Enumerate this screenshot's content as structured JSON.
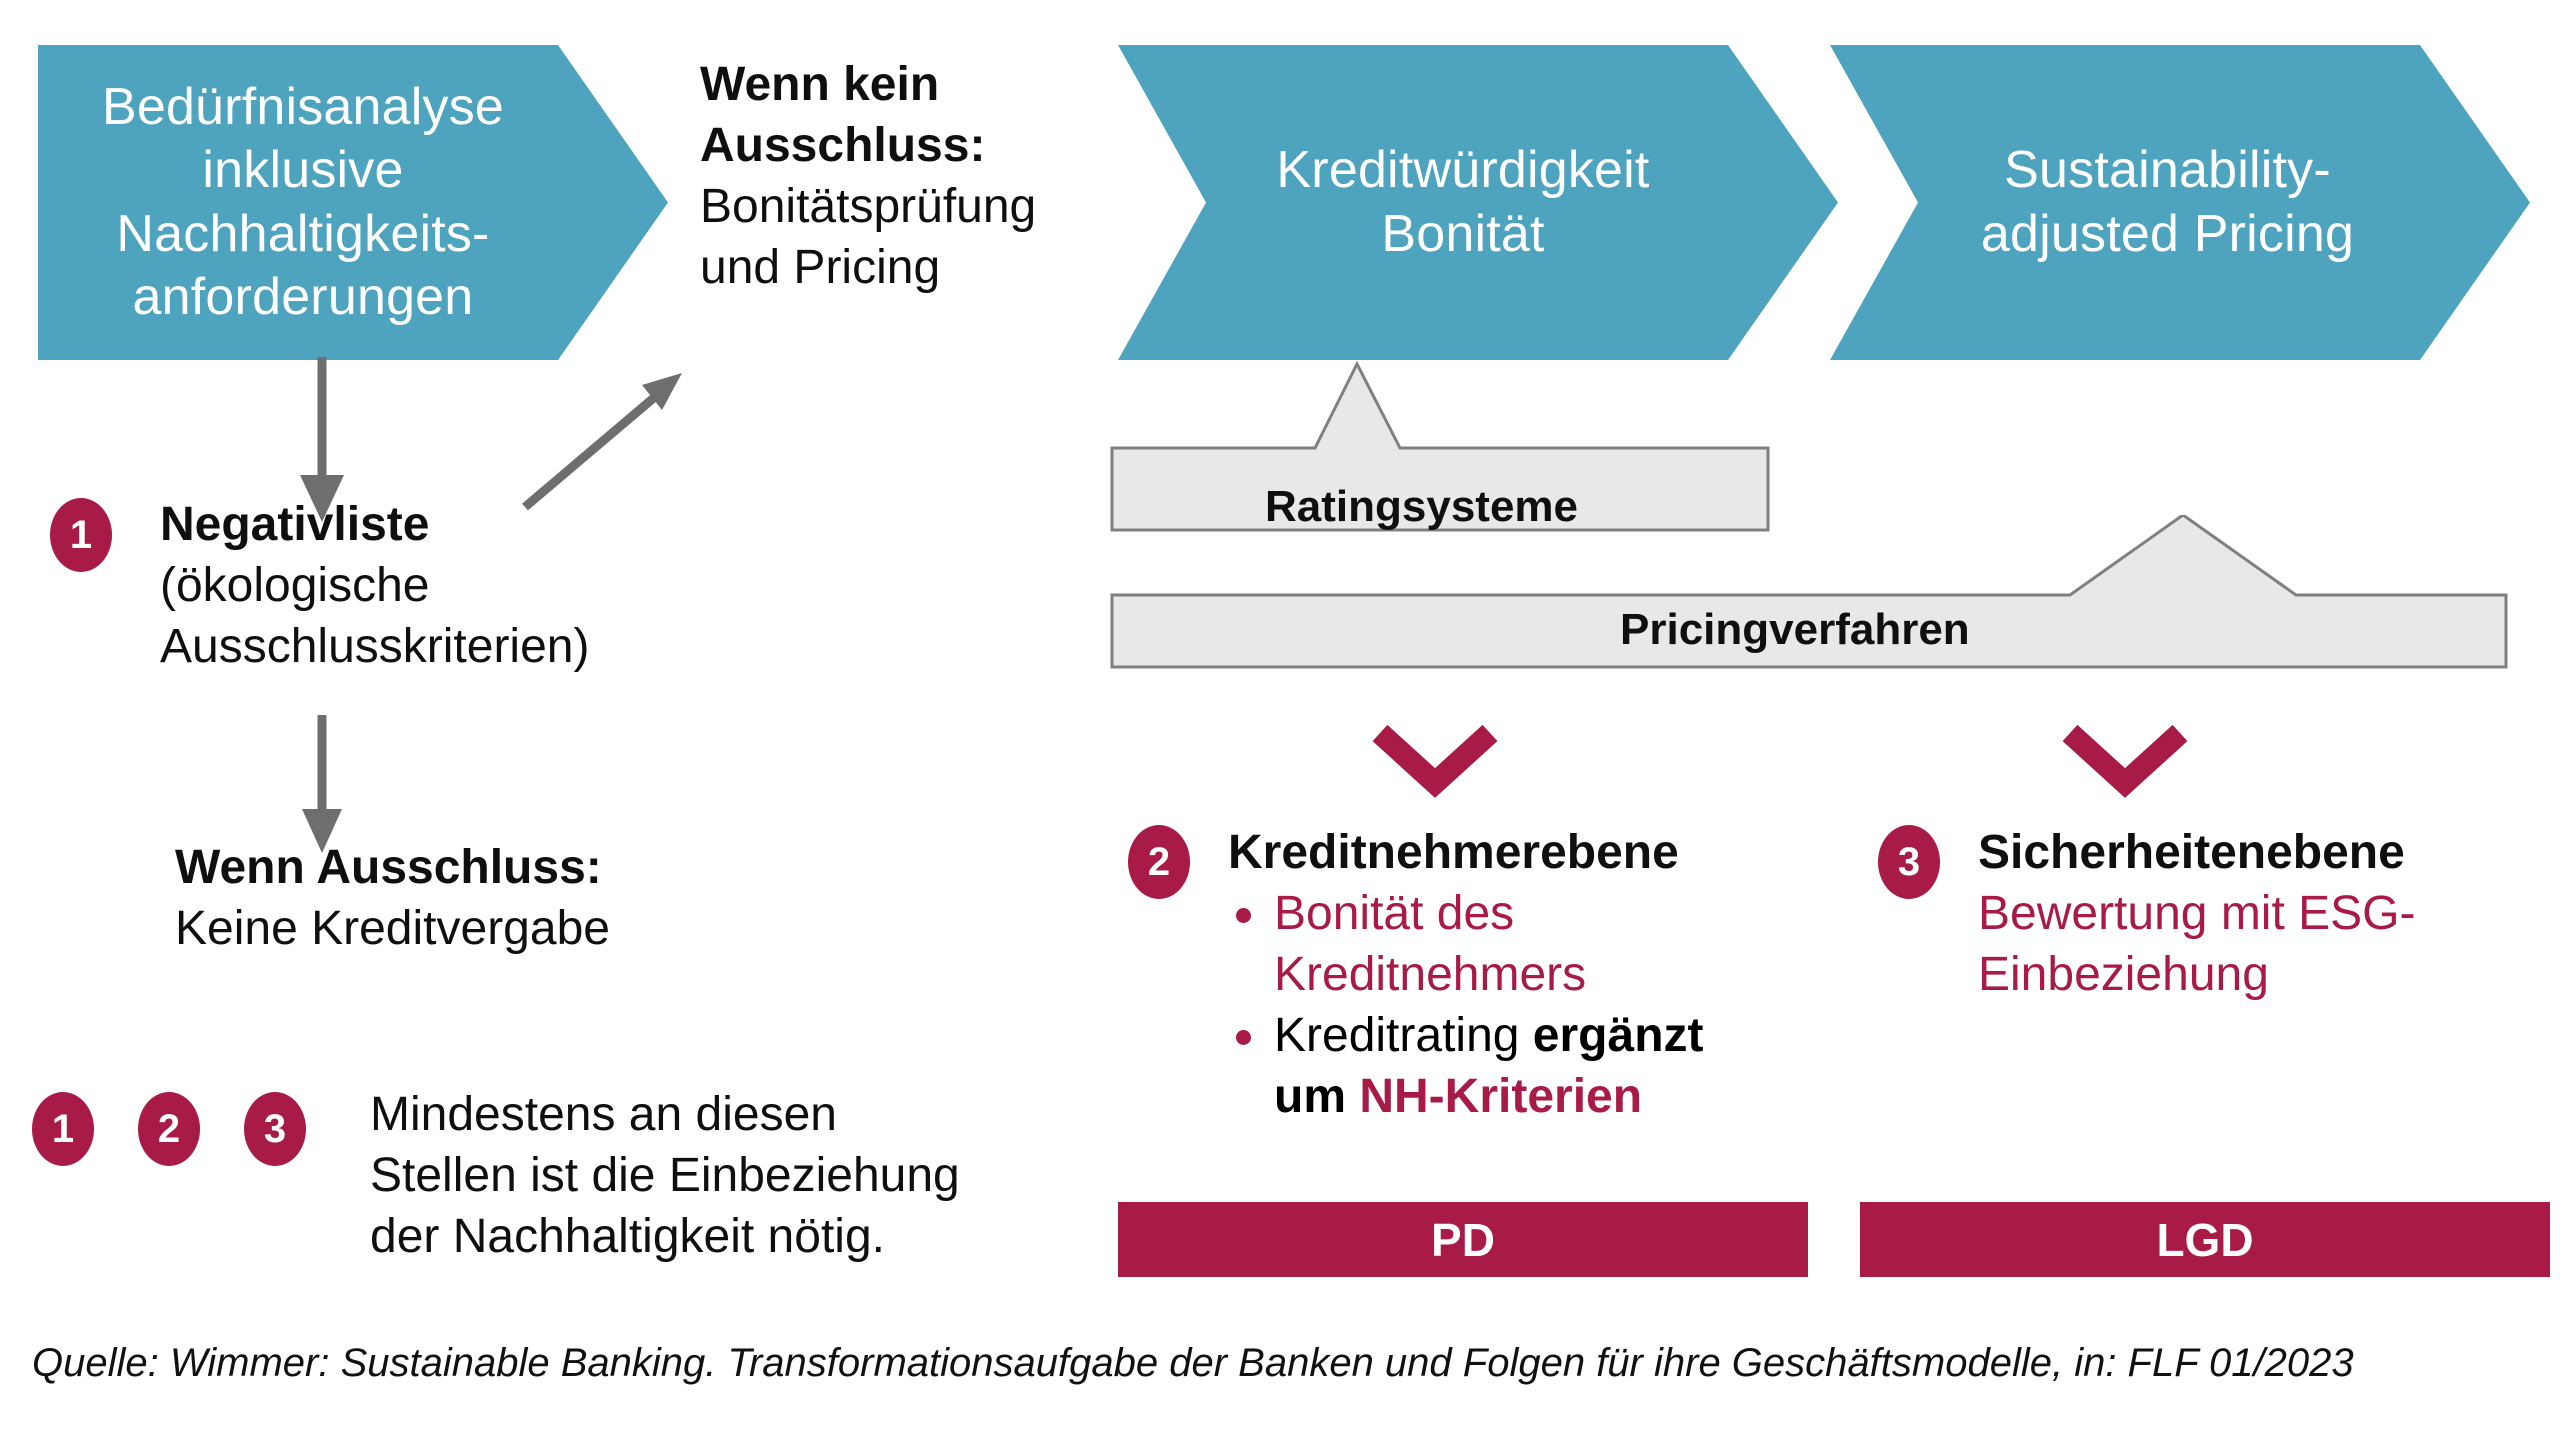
{
  "flow": {
    "chevrons": [
      {
        "id": "beduerfnisanalyse",
        "lines": [
          "Bedürfnisanalyse",
          "inklusive",
          "Nachhaltigkeits-",
          "anforderungen"
        ],
        "text": "Bedürfnisanalyse inklusive Nachhaltigkeits-anforderungen"
      },
      {
        "id": "kreditwuerdigkeit",
        "lines": [
          "Kreditwürdigkeit",
          "Bonität"
        ],
        "text": "Kreditwürdigkeit Bonität"
      },
      {
        "id": "sustainability-pricing",
        "lines": [
          "Sustainability-",
          "adjusted Pricing"
        ],
        "text": "Sustainability-adjusted Pricing"
      }
    ]
  },
  "left_column": {
    "no_exclusion": {
      "heading_line_1": "Wenn kein",
      "heading_line_2": "Ausschluss:",
      "body_line_1": "Bonitätsprüfung",
      "body_line_2": "und Pricing"
    },
    "negativliste": {
      "badge": "1",
      "heading": "Negativliste",
      "body_line_1": "(ökologische",
      "body_line_2": "Ausschlusskriterien)"
    },
    "exclusion": {
      "heading": "Wenn Ausschluss:",
      "body": "Keine Kreditvergabe"
    },
    "legend": {
      "badges": [
        "1",
        "2",
        "3"
      ],
      "line_1": "Mindestens an diesen",
      "line_2": "Stellen ist die Einbeziehung",
      "line_3": "der Nachhaltigkeit nötig."
    }
  },
  "middle_column": {
    "ratingsysteme_label": "Ratingsysteme",
    "pricingverfahren_label": "Pricingverfahren",
    "kreditnehmerebene": {
      "badge": "2",
      "heading": "Kreditnehmerebene",
      "bullet_1_line_1": "Bonität des",
      "bullet_1_line_2": "Kreditnehmers",
      "bullet_2_part_plain": "Kreditrating ",
      "bullet_2_part_bold": "ergänzt",
      "bullet_2_line2_bold": "um ",
      "bullet_2_line2_crimson": "NH-Kriterien"
    },
    "pd_label": "PD"
  },
  "right_column": {
    "sicherheitenebene": {
      "badge": "3",
      "heading": "Sicherheitenebene",
      "body_line_1": "Bewertung mit ESG-",
      "body_line_2": "Einbeziehung"
    },
    "lgd_label": "LGD"
  },
  "footer": {
    "source": "Quelle: Wimmer: Sustainable Banking. Transformationsaufgabe der Banken und Folgen für ihre Geschäftsmodelle, in: FLF 01/2023"
  },
  "colors": {
    "teal": "#4EA3BE",
    "crimson": "#A81B47",
    "grey_box": "#E8E8E8",
    "grey_border": "#808080",
    "arrow_grey": "#6E6E6E",
    "text": "#0F0F0F"
  },
  "icons": {
    "down_arrow": "down-arrow-icon",
    "diagonal_arrow": "diagonal-arrow-icon",
    "chevron_down": "chevron-down-icon",
    "callout_pointer": "callout-pointer-icon"
  }
}
